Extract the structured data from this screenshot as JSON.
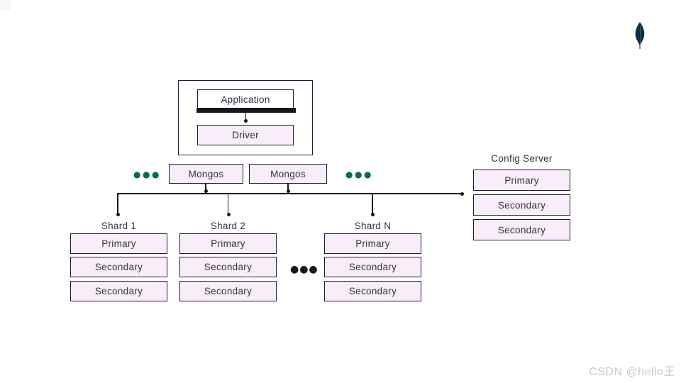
{
  "page": {
    "background": "#ffffff",
    "watermark": "CSDN @hello王"
  },
  "colors": {
    "bg": "#ffffff",
    "box_fill": "#f9edf9",
    "box_fill_white": "#ffffff",
    "border": "#1d1d33",
    "text": "#33333f",
    "line": "#17171f",
    "green": "#0c6b4d",
    "leaf": "#0e2e3e",
    "leaf_seam": "#5a7684",
    "watermark": "#c9c9c9",
    "corner": "#fbf6fa"
  },
  "app_cluster": {
    "application_label": "Application",
    "driver_label": "Driver"
  },
  "router_row": {
    "mongos_left_label": "Mongos",
    "mongos_right_label": "Mongos",
    "left_ellipsis": "●●●",
    "right_ellipsis": "●●●"
  },
  "shards": [
    {
      "label": "Shard 1",
      "nodes": [
        "Primary",
        "Secondary",
        "Secondary"
      ]
    },
    {
      "label": "Shard 2",
      "nodes": [
        "Primary",
        "Secondary",
        "Secondary"
      ]
    },
    {
      "label": "Shard N",
      "nodes": [
        "Primary",
        "Secondary",
        "Secondary"
      ]
    }
  ],
  "shard_ellipsis": "●●●",
  "config_server": {
    "label": "Config Server",
    "nodes": [
      "Primary",
      "Secondary",
      "Secondary"
    ]
  },
  "logo": {
    "name": "mongodb-leaf"
  }
}
